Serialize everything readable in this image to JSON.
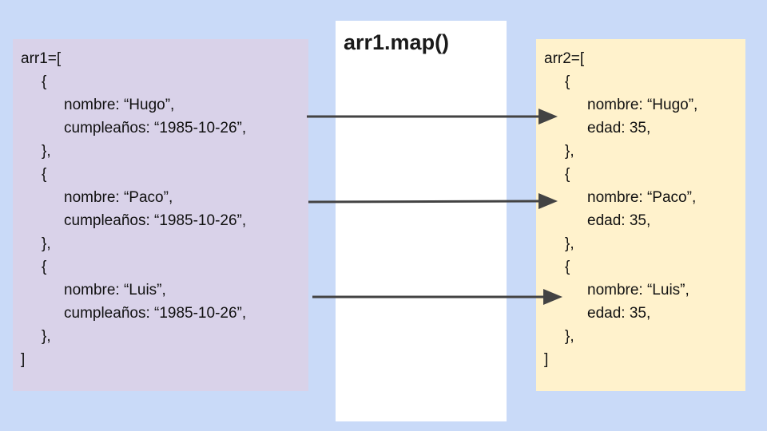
{
  "title": "arr1.map()",
  "input": {
    "header": "arr1=[",
    "open_brace": "{",
    "close_brace": "},",
    "footer": "]",
    "items": [
      {
        "nombre": "nombre: “Hugo”,",
        "cumple": "cumpleaños: “1985-10-26”,"
      },
      {
        "nombre": "nombre: “Paco”,",
        "cumple": "cumpleaños: “1985-10-26”,"
      },
      {
        "nombre": "nombre: “Luis”,",
        "cumple": "cumpleaños: “1985-10-26”,"
      }
    ]
  },
  "output": {
    "header": "arr2=[",
    "open_brace": "{",
    "close_brace": "},",
    "footer": "]",
    "items": [
      {
        "nombre": "nombre: “Hugo”,",
        "edad": "edad: 35,"
      },
      {
        "nombre": "nombre: “Paco”,",
        "edad": "edad: 35,"
      },
      {
        "nombre": "nombre: “Luis”,",
        "edad": "edad: 35,"
      }
    ]
  },
  "colors": {
    "background": "#c9daf8",
    "input_panel": "#d9d2e9",
    "output_panel": "#fff2cc",
    "center_panel": "#ffffff",
    "arrow": "#434343"
  }
}
